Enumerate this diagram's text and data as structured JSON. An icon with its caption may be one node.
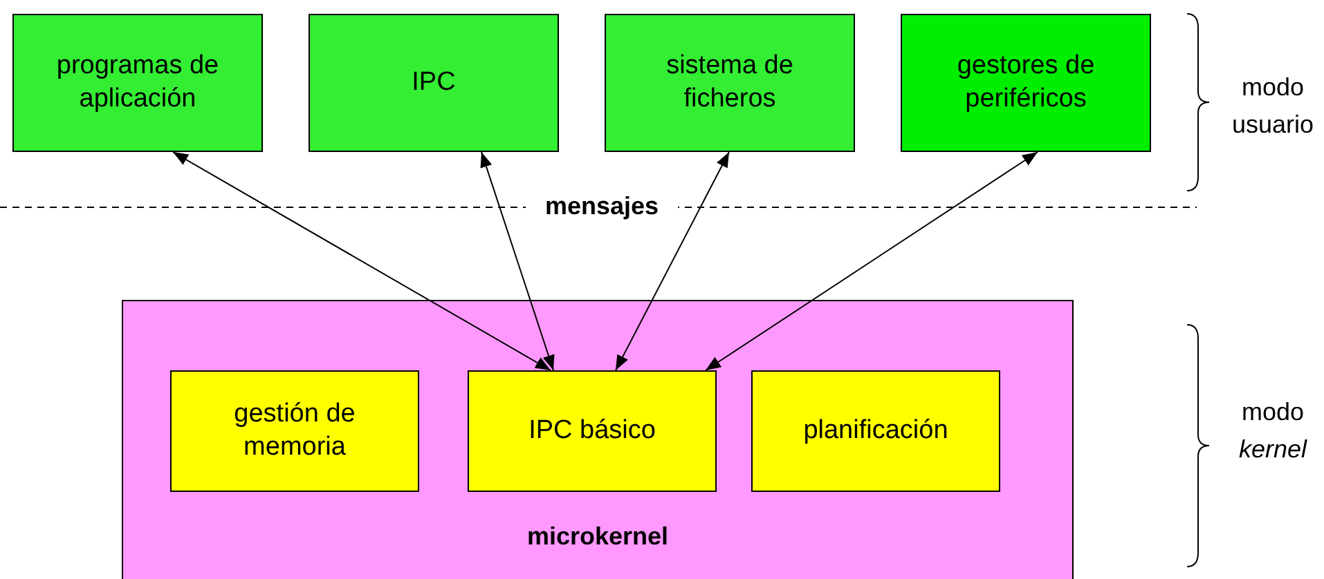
{
  "diagram": {
    "nodes": [
      {
        "text": [
          "programas de aplicación"
        ]
      },
      {
        "text": [
          "IPC"
        ]
      },
      {
        "text": [
          "sistema de ficheros"
        ]
      },
      {
        "text": [
          "gestores de periféricos"
        ]
      },
      {
        "text": [
          "microkernel"
        ]
      },
      {
        "text": [
          "gestión de memoria"
        ],
        "in": 4
      },
      {
        "text": [
          "IPC básico"
        ],
        "in": 4
      },
      {
        "text": [
          "planificación"
        ],
        "in": 4
      }
    ],
    "edges": [
      {
        "from": 0,
        "to": 6,
        "arrow": "both"
      },
      {
        "from": 1,
        "to": 6,
        "arrow": "both"
      },
      {
        "from": 2,
        "to": 6,
        "arrow": "both"
      },
      {
        "from": 3,
        "to": 6,
        "arrow": "both"
      }
    ],
    "labels": [
      "mensajes",
      "modo usuario",
      "modo *kernel*"
    ]
  }
}
